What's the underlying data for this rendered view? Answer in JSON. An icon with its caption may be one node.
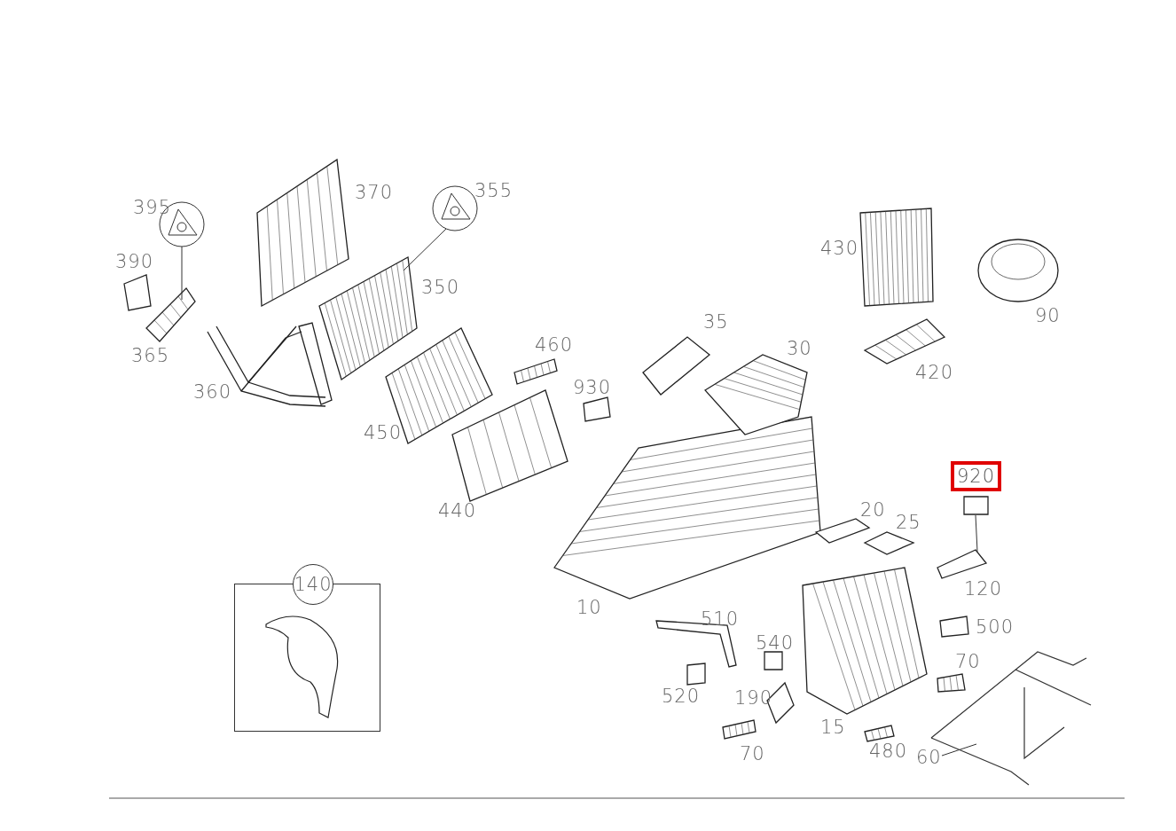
{
  "diagram": {
    "nodes": [
      {
        "text": [
          "395"
        ]
      },
      {
        "text": [
          "355"
        ]
      },
      {
        "text": [
          "920"
        ]
      },
      {
        "text": [
          "140"
        ]
      },
      {
        "text": [
          "60"
        ]
      },
      {
        "text": [],
        "shape": "picture"
      },
      {
        "text": [],
        "shape": "picture"
      },
      {
        "text": [],
        "shape": "picture"
      },
      {
        "text": [],
        "shape": "picture"
      }
    ],
    "edges": [
      {
        "from": 0,
        "to": 5,
        "arrow": "none"
      },
      {
        "from": 1,
        "to": 6,
        "arrow": "none"
      },
      {
        "from": 2,
        "to": 7,
        "arrow": "none"
      },
      {
        "from": 4,
        "to": 8,
        "arrow": "none"
      }
    ],
    "labels": [
      "370",
      "390",
      "350",
      "430",
      "90",
      "365",
      "35",
      "460",
      "30",
      "420",
      "360",
      "930",
      "450",
      "440",
      "20",
      "25",
      "120",
      "10",
      "510",
      "500",
      "540",
      "70",
      "520",
      "190",
      "15",
      "70",
      "480"
    ]
  }
}
